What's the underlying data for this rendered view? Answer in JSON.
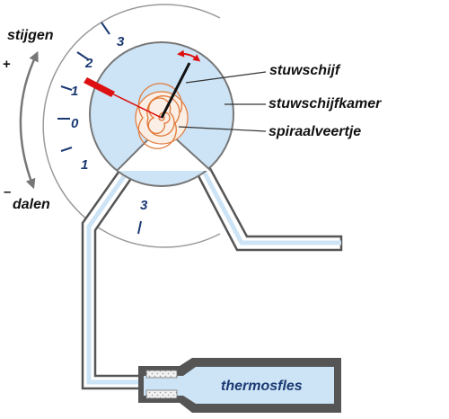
{
  "labels": {
    "rising": "stijgen",
    "falling": "dalen",
    "plus": "+",
    "minus": "–",
    "vane": "stuwschijf",
    "chamber": "stuwschijfkamer",
    "spring": "spiraalveertje",
    "flask": "thermosfles"
  },
  "scale": {
    "ticks": [
      "3",
      "2",
      "1",
      "0",
      "1",
      "3"
    ]
  },
  "colors": {
    "chamber_fill": "#cde4f6",
    "outline": "#555555",
    "label_blue": "#1b3a72",
    "pointer_red": "#dd1111",
    "spring_orange": "#e07a3a",
    "arrow_gray": "#777777"
  }
}
